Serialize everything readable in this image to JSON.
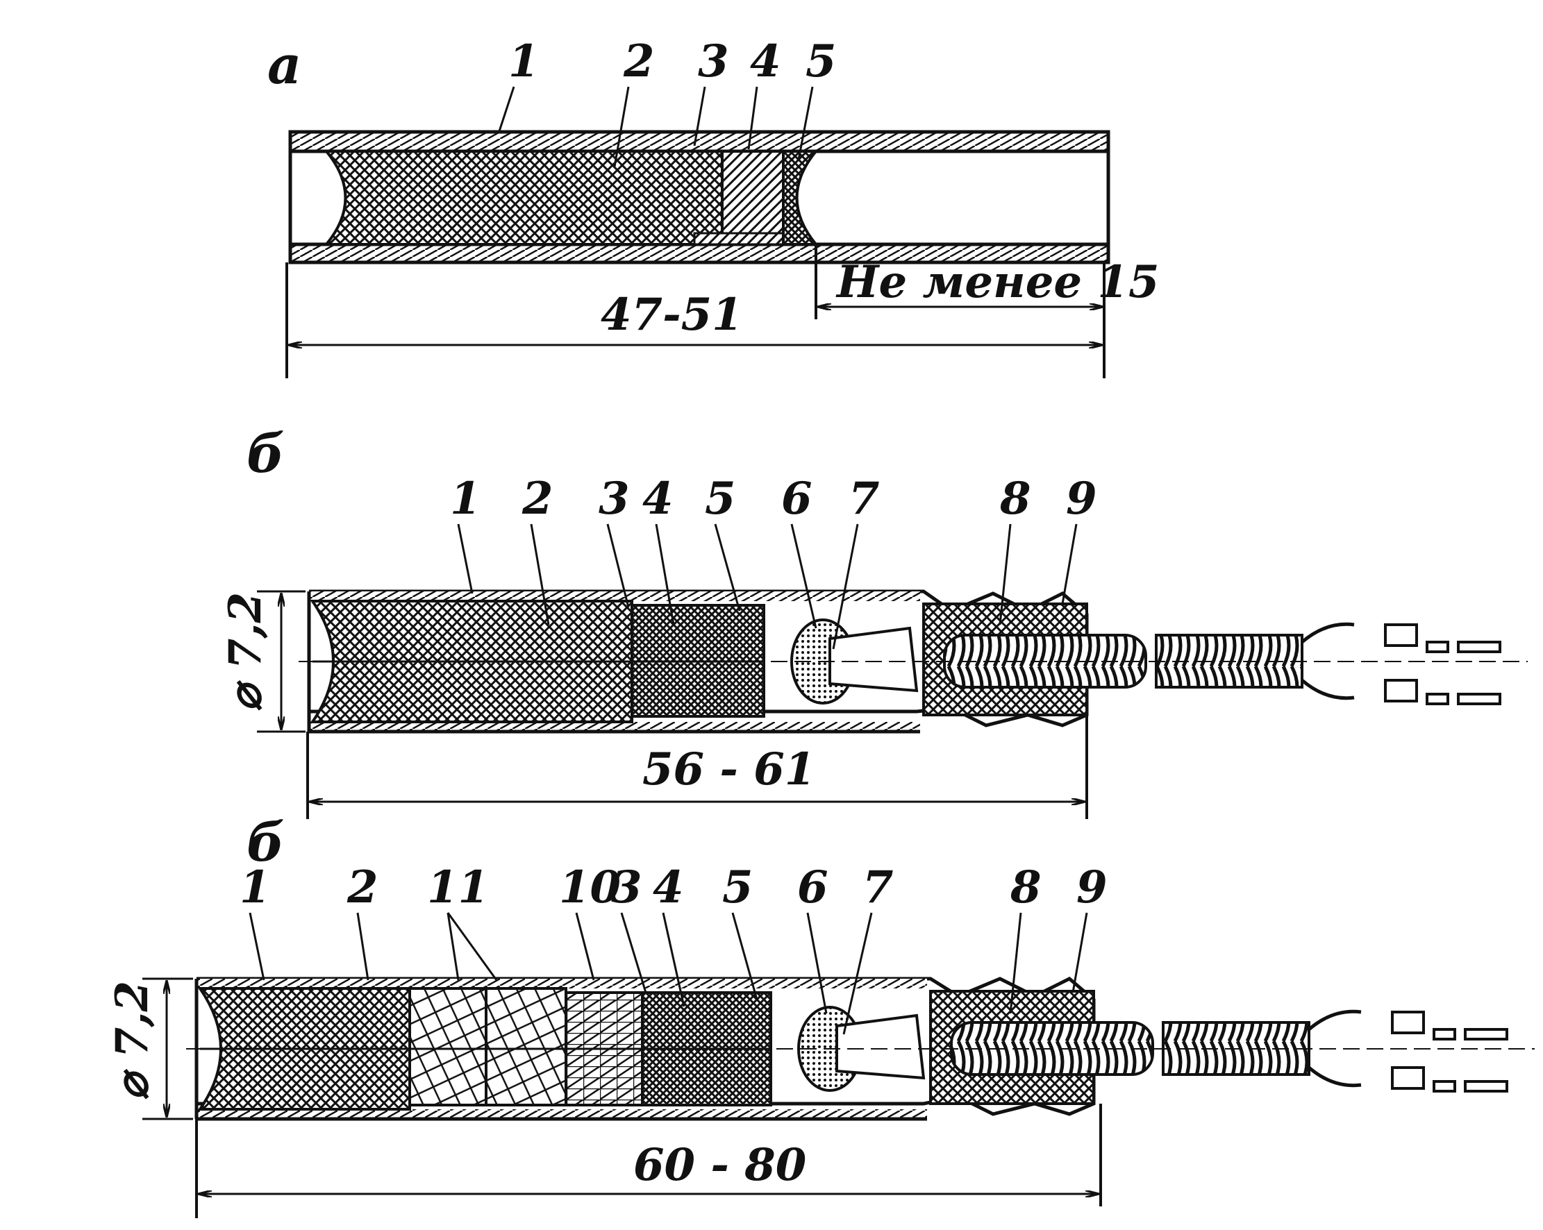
{
  "panel_a": {
    "letter": "а",
    "numbers": [
      "1",
      "2",
      "3",
      "4",
      "5"
    ],
    "dim_total": "47-51",
    "dim_min": "Не менее 15"
  },
  "panel_b": {
    "letter": "б",
    "numbers": [
      "1",
      "2",
      "3",
      "4",
      "5",
      "6",
      "7",
      "8",
      "9"
    ],
    "diameter": "⌀ 7,2",
    "dim_total": "56 - 61"
  },
  "panel_c": {
    "letter": "б",
    "numbers": [
      "1",
      "2",
      "11",
      "10",
      "3",
      "4",
      "5",
      "6",
      "7",
      "8",
      "9"
    ],
    "diameter": "⌀ 7,2",
    "dim_total": "60 - 80"
  },
  "colors": {
    "ink": "#111111",
    "paper": "#ffffff"
  }
}
